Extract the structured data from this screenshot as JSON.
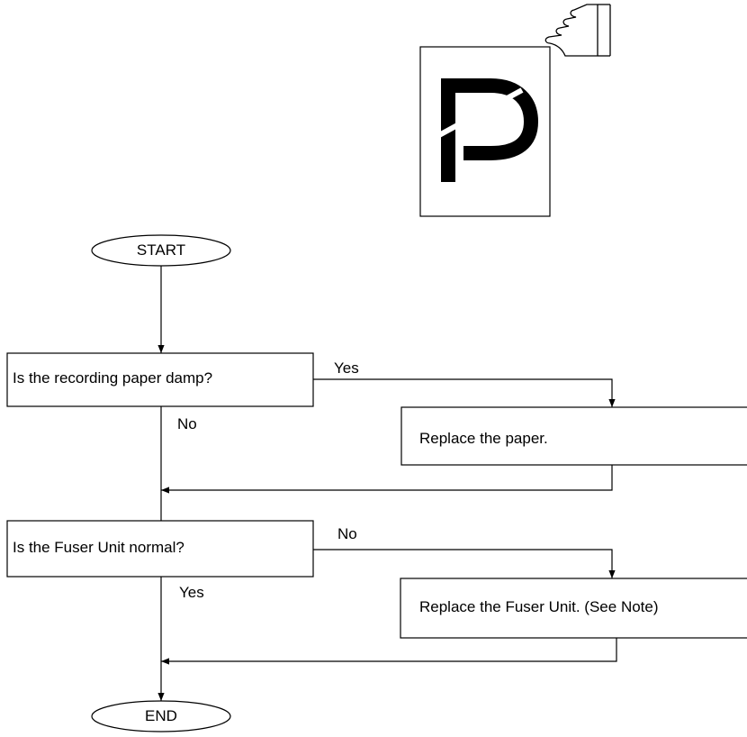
{
  "flowchart": {
    "start": "START",
    "end": "END",
    "steps": [
      {
        "question": "Is the recording paper damp?",
        "action_branch": "Yes",
        "continue_branch": "No",
        "action": "Replace the paper."
      },
      {
        "question": "Is the Fuser Unit normal?",
        "action_branch": "No",
        "continue_branch": "Yes",
        "action": "Replace the Fuser Unit. (See Note)"
      }
    ]
  },
  "illustration": {
    "description_icon": "hand-holding-printed-page-icon"
  }
}
